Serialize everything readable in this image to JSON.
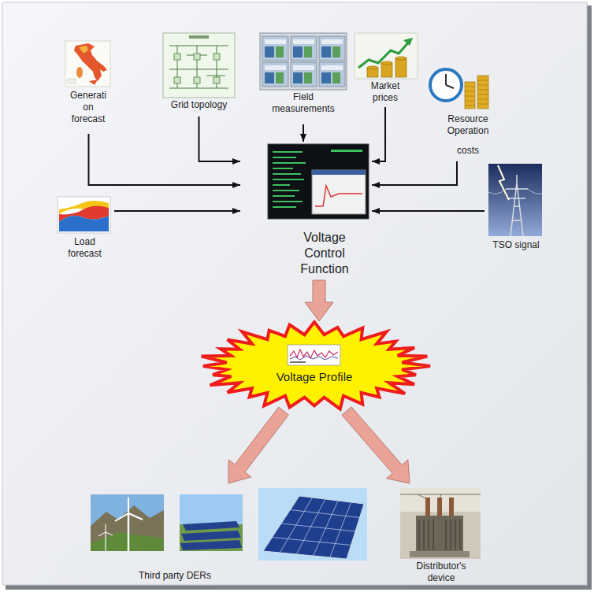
{
  "diagram": {
    "nodes": [
      {
        "text": [
          "Generati on forecast"
        ]
      },
      {
        "text": [
          "Grid topology"
        ]
      },
      {
        "text": [
          "Field measurements"
        ]
      },
      {
        "text": [
          "Market prices"
        ]
      },
      {
        "text": [
          "Resource Operation",
          "costs"
        ]
      },
      {
        "text": [
          "Load forecast"
        ]
      },
      {
        "text": [
          "Voltage Control Function"
        ]
      },
      {
        "text": [
          "TSO signal"
        ]
      },
      {
        "text": [
          "Voltage Profile"
        ]
      },
      {
        "text": [
          "Third party DERs"
        ]
      },
      {
        "text": [
          "Distributor's device"
        ]
      }
    ],
    "edges": [
      {
        "from": 0,
        "to": 6,
        "arrow": "to"
      },
      {
        "from": 1,
        "to": 6,
        "arrow": "to"
      },
      {
        "from": 2,
        "to": 6,
        "arrow": "to"
      },
      {
        "from": 3,
        "to": 6,
        "arrow": "to"
      },
      {
        "from": 4,
        "to": 6,
        "arrow": "to"
      },
      {
        "from": 5,
        "to": 6,
        "arrow": "to"
      },
      {
        "from": 7,
        "to": 6,
        "arrow": "to"
      },
      {
        "from": 6,
        "to": 8,
        "arrow": "to"
      },
      {
        "from": 8,
        "to": 9,
        "arrow": "to"
      },
      {
        "from": 8,
        "to": 10,
        "arrow": "to"
      }
    ]
  }
}
